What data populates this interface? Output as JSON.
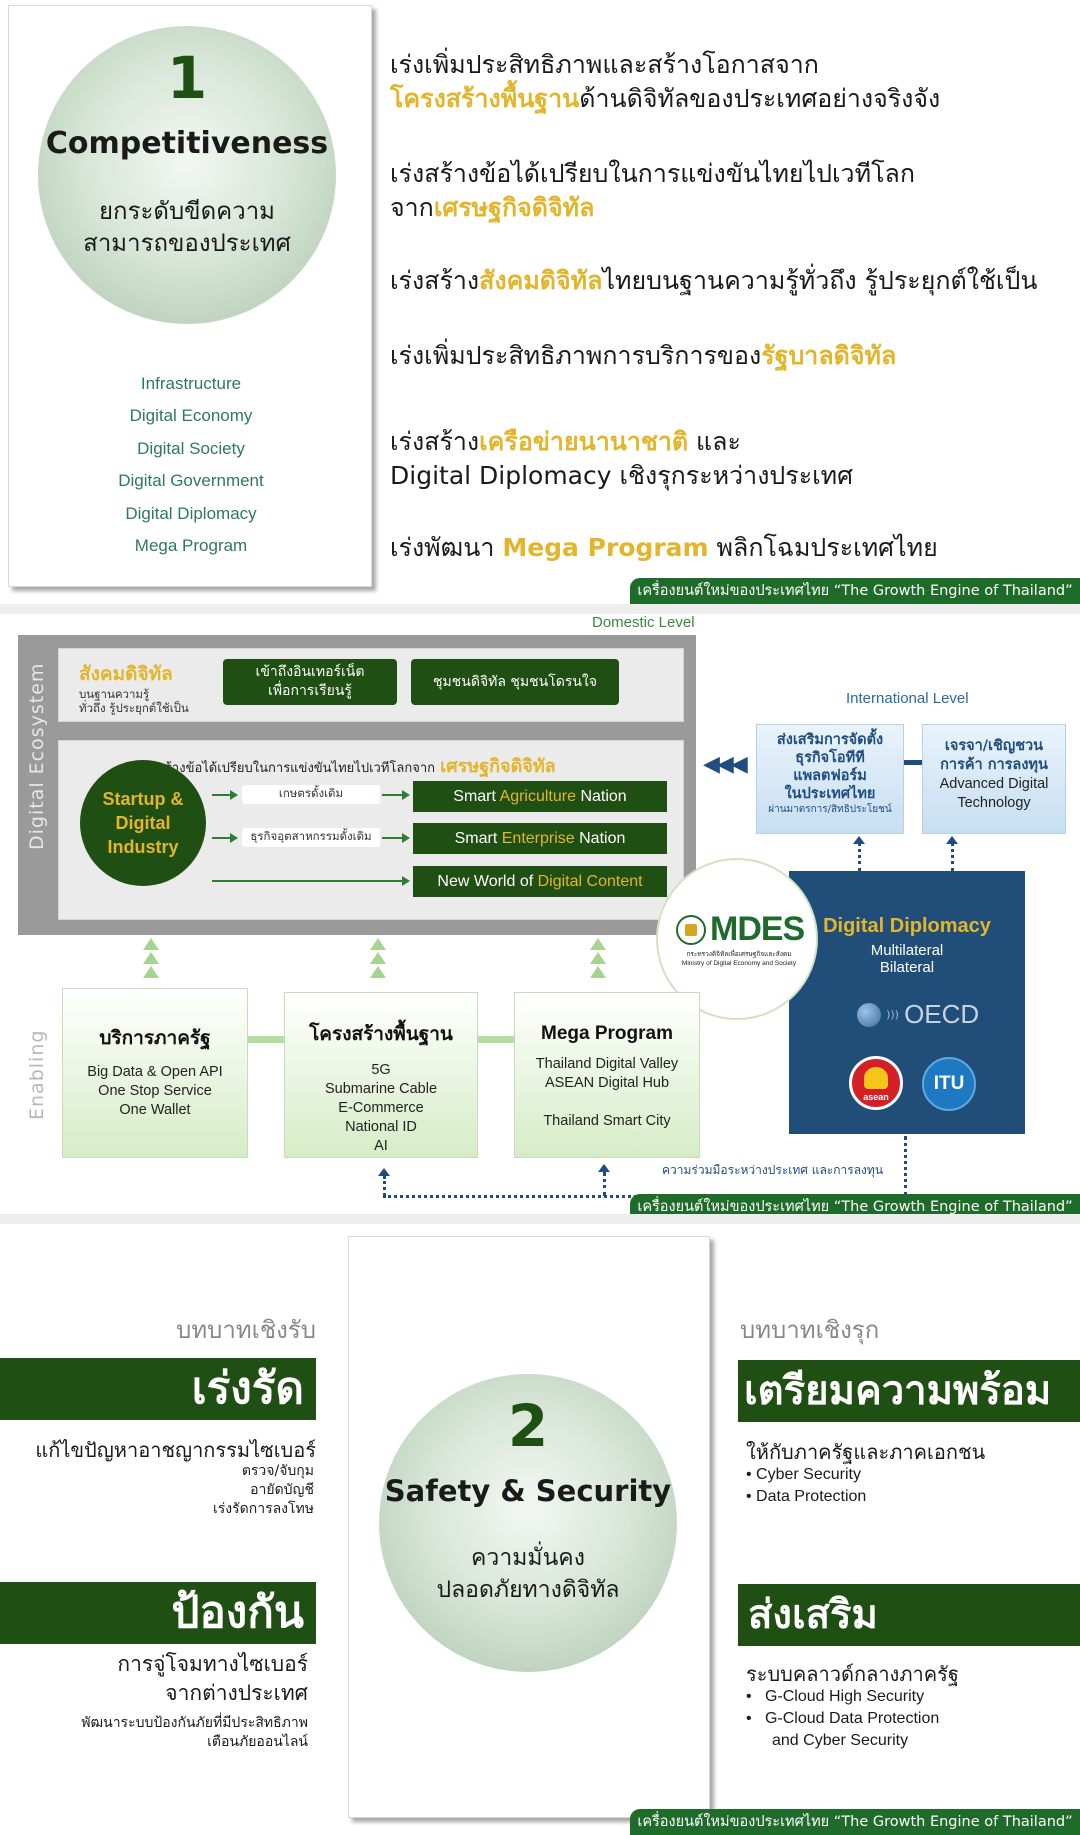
{
  "footer": "เครื่องยนต์ใหม่ของประเทศไทย “The Growth Engine of Thailand”",
  "section1": {
    "number": "1",
    "title": "Competitiveness",
    "subtitle_line1": "ยกระดับขีดความ",
    "subtitle_line2": "สามารถของประเทศ",
    "pillars": [
      "Infrastructure",
      "Digital Economy",
      "Digital Society",
      "Digital Government",
      "Digital Diplomacy",
      "Mega Program"
    ],
    "goals": [
      {
        "a": "เร่งเพิ่มประสิทธิภาพและสร้างโอกาสจาก",
        "hl": "โครงสร้างพื้นฐาน",
        "b": "ด้านดิจิทัลของประเทศอย่างจริงจัง"
      },
      {
        "a": "เร่งสร้างข้อได้เปรียบในการแข่งขันไทยไปเวทีโลก",
        "pre": "จาก",
        "hl": "เศรษฐกิจดิจิทัล",
        "b": ""
      },
      {
        "a": "เร่งสร้าง",
        "hl": "สังคมดิจิทัล",
        "b": "ไทยบนฐานความรู้ทั่วถึง รู้ประยุกต์ใช้เป็น"
      },
      {
        "a": "เร่งเพิ่มประสิทธิภาพการบริการของ",
        "hl": "รัฐบาลดิจิทัล",
        "b": ""
      },
      {
        "a": "เร่งสร้าง",
        "hl": "เครือข่ายนานาชาติ",
        "b": " และ",
        "line2": "Digital Diplomacy เชิงรุกระหว่างประเทศ"
      },
      {
        "a": "เร่งพัฒนา ",
        "hl": "Mega Program",
        "b": " พลิกโฉมประเทศไทย"
      }
    ]
  },
  "section2": {
    "domestic_level": "Domestic Level",
    "international_level": "International Level",
    "digital_ecosystem": "Digital Ecosystem",
    "enabling": "Enabling",
    "society_title": "สังคมดิจิทัล",
    "society_sub1": "บนฐานความรู้",
    "society_sub2": "ทั่วถึง รู้ประยุกต์ใช้เป็น",
    "society_box1_l1": "เข้าถึงอินเทอร์เน็ต",
    "society_box1_l2": "เพื่อการเรียนรู้",
    "society_box2": "ชุมชนดิจิทัล ชุมชนโดรนใจ",
    "economy_lead": "สร้างข้อได้เปรียบในการแข่งขันไทยไปเวทีโลกจาก",
    "economy_hl": "เศรษฐกิจดิจิทัล",
    "startup": [
      "Startup &",
      "Digital",
      "Industry"
    ],
    "tag_agri": "เกษตรดั้งเดิม",
    "tag_industry": "ธุรกิจอุตสาหกรรมดั้งเดิม",
    "nation1": {
      "a": "Smart ",
      "g": "Agriculture",
      "b": " Nation"
    },
    "nation2": {
      "a": "Smart ",
      "g": "Enterprise",
      "b": " Nation"
    },
    "nation3": {
      "a": "New World of ",
      "g": "Digital Content",
      "b": ""
    },
    "intl1": [
      "ส่งเสริมการจัดตั้ง",
      "ธุรกิจโอทีที",
      "แพลตฟอร์ม",
      "ในประเทศไทย"
    ],
    "intl1_sub": "ผ่านมาตรการ/สิทธิประโยชน์",
    "intl2": [
      "เจรจา/เชิญชวน",
      "การค้า การลงทุน"
    ],
    "intl2_en": [
      "Advanced Digital",
      "Technology"
    ],
    "mdes_logo": "MDES",
    "mdes_sub1": "กระทรวงดิจิทัลเพื่อเศรษฐกิจและสังคม",
    "mdes_sub2": "Ministry of Digital Economy and Society",
    "dd_title": "Digital Diplomacy",
    "dd_l1": "Multilateral",
    "dd_l2": "Bilateral",
    "oecd": "OECD",
    "asean": "asean",
    "itu": "ITU",
    "enable_boxes": [
      {
        "title": "บริการภาครัฐ",
        "lines": [
          "Big Data & Open API",
          "One Stop Service",
          "One Wallet"
        ]
      },
      {
        "title": "โครงสร้างพื้นฐาน",
        "lines": [
          "5G",
          "Submarine Cable",
          "E-Commerce",
          "National ID",
          "AI"
        ]
      },
      {
        "title": "Mega Program",
        "lines": [
          "Thailand Digital Valley",
          "ASEAN Digital Hub",
          "",
          "Thailand Smart City"
        ]
      }
    ],
    "cooperation": "ความร่วมมือระหว่างประเทศ และการลงทุน"
  },
  "section3": {
    "number": "2",
    "title": "Safety & Security",
    "subtitle_line1": "ความมั่นคง",
    "subtitle_line2": "ปลอดภัยทางดิจิทัล",
    "reactive_label": "บทบาทเชิงรับ",
    "proactive_label": "บทบาทเชิงรุก",
    "accelerate": "เร่งรัด",
    "accelerate_main": "แก้ไขปัญหาอาชญากรรมไซเบอร์",
    "accelerate_items": [
      "ตรวจ/จับกุม",
      "อายัดบัญชี",
      "เร่งรัดการลงโทษ"
    ],
    "prevent": "ป้องกัน",
    "prevent_main1": "การจู่โจมทางไซเบอร์",
    "prevent_main2": "จากต่างประเทศ",
    "prevent_items": [
      "พัฒนาระบบป้องกันภัยที่มีประสิทธิภาพ",
      "เตือนภัยออนไลน์"
    ],
    "prepare": "เตรียมความพร้อม",
    "prepare_main": "ให้กับภาครัฐและภาคเอกชน",
    "prepare_items": [
      "Cyber Security",
      "Data Protection"
    ],
    "promote": "ส่งเสริม",
    "promote_main": "ระบบคลาวด์กลางภาครัฐ",
    "promote_items": [
      "G-Cloud High Security",
      "G-Cloud Data Protection",
      "and Cyber Security"
    ]
  },
  "colors": {
    "dark_green": "#1f4f12",
    "gold": "#e2b52c",
    "teal": "#2d7a5a",
    "navy": "#214e78",
    "footer_green": "#1e6b2a"
  }
}
